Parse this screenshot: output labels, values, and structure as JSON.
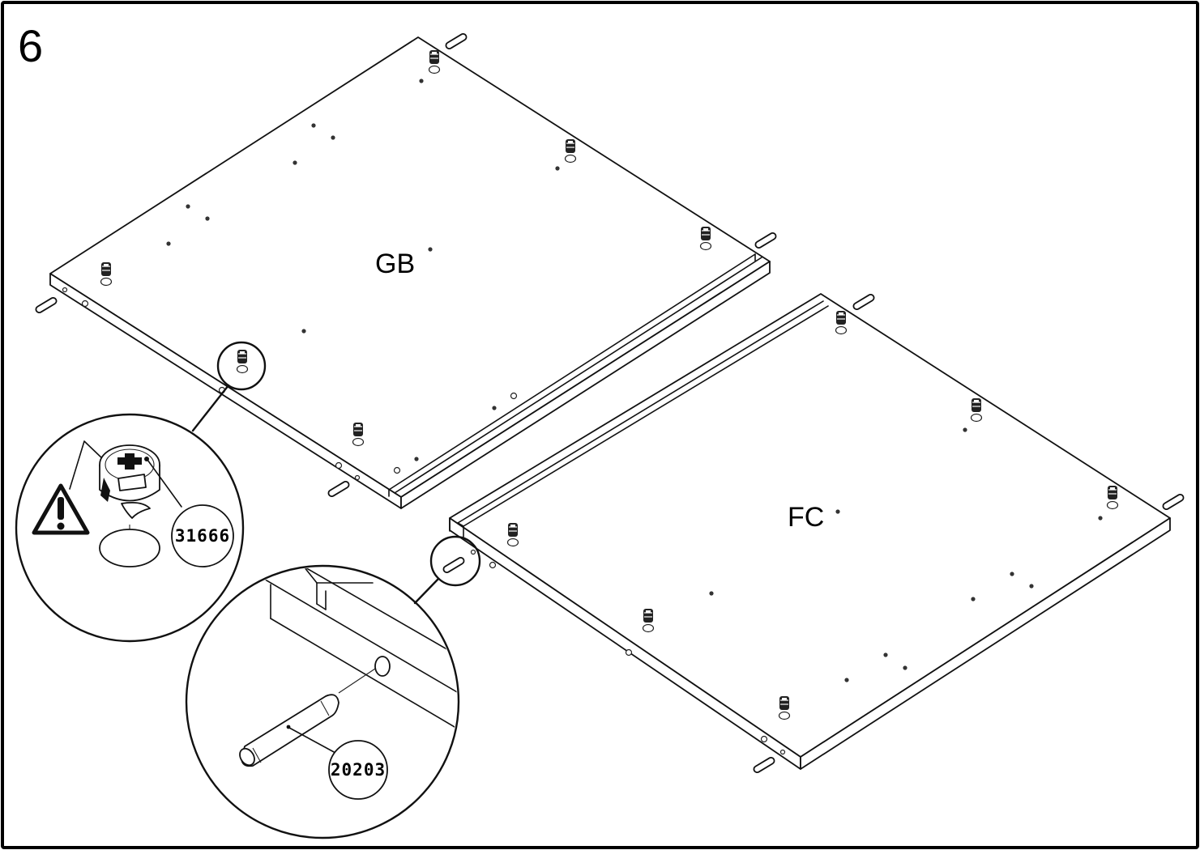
{
  "step": {
    "number": "6"
  },
  "panels": [
    {
      "id": "gb",
      "label": "GB"
    },
    {
      "id": "fc",
      "label": "FC"
    }
  ],
  "parts": [
    {
      "id": "cam-lock",
      "code": "31666",
      "icon": "cam-lock-icon"
    },
    {
      "id": "dowel",
      "code": "20203",
      "icon": "dowel-icon"
    }
  ],
  "warning": {
    "icon": "warning-triangle-icon"
  },
  "colors": {
    "line": "#111111",
    "background": "#ffffff"
  }
}
